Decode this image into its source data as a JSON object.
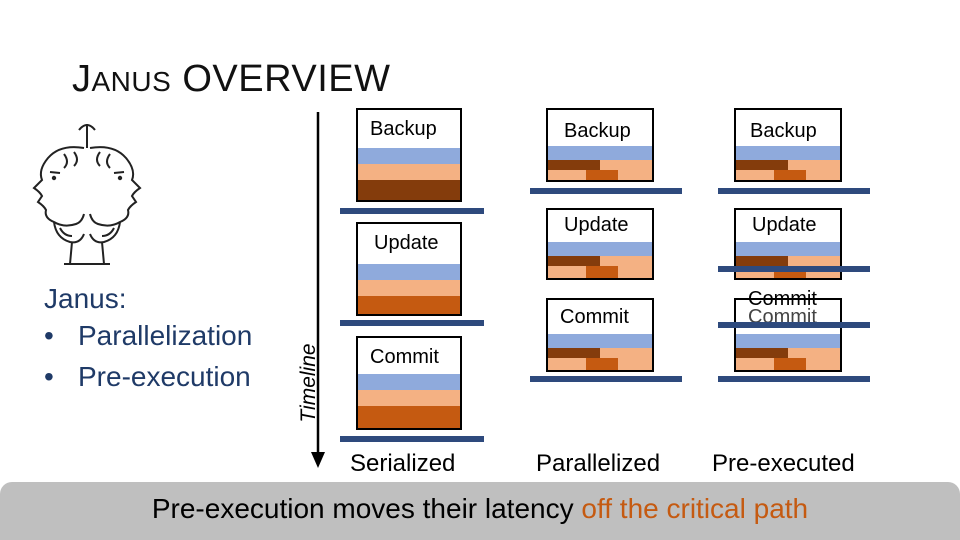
{
  "title": {
    "first_cap": "J",
    "first_rest": "ANUS",
    "second": "OVERVIEW"
  },
  "sidebar": {
    "heading": "Janus:",
    "bullets": [
      "Parallelization",
      "Pre-execution"
    ],
    "timeline_label": "Timeline"
  },
  "columns": [
    {
      "label": "Serialized",
      "stages": [
        "Backup",
        "Update",
        "Commit"
      ]
    },
    {
      "label": "Parallelized",
      "stages": [
        "Backup",
        "Update",
        "Commit"
      ]
    },
    {
      "label": "Pre-executed",
      "stages": [
        "Backup",
        "Update",
        "Commit",
        "Commit"
      ]
    }
  ],
  "footer": {
    "prefix": "Pre-execution moves their latency ",
    "highlight": "off the critical path"
  },
  "colors": {
    "blue": "#8faadc",
    "light_orange": "#f4b183",
    "orange": "#c55a11",
    "brown": "#843c0c",
    "separator": "#2e4a7d"
  }
}
